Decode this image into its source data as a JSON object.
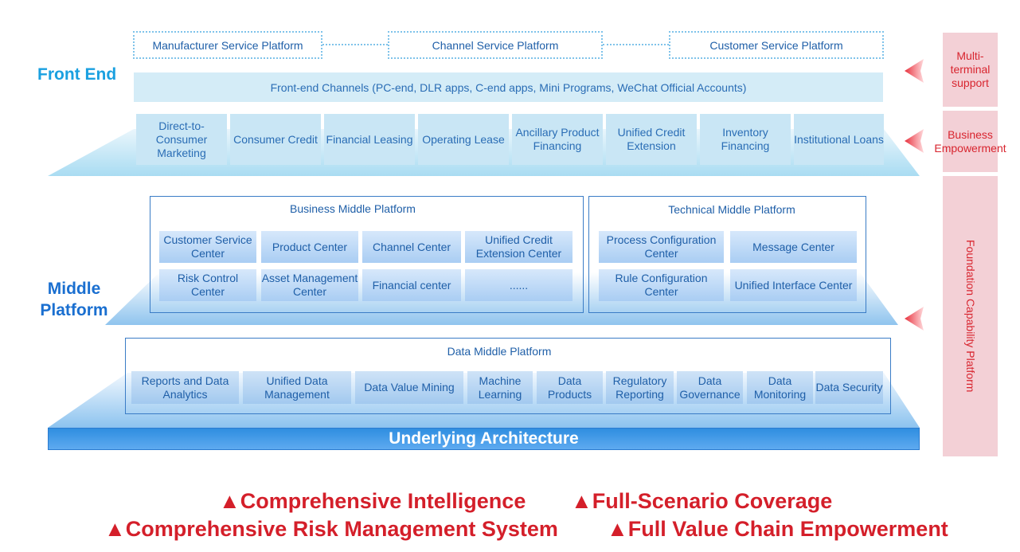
{
  "service_platforms": {
    "manufacturer": "Manufacturer Service Platform",
    "channel": "Channel Service Platform",
    "customer": "Customer Service Platform"
  },
  "front_end": {
    "label": "Front End",
    "channels": "Front-end Channels (PC-end, DLR apps, C-end apps, Mini Programs, WeChat Official Accounts)",
    "business_items": [
      "Direct-to-Consumer Marketing",
      "Consumer Credit",
      "Financial Leasing",
      "Operating Lease",
      "Ancillary Product Financing",
      "Unified Credit Extension",
      "Inventory Financing",
      "Institutional Loans"
    ]
  },
  "middle": {
    "label": "Middle Platform",
    "business": {
      "title": "Business Middle Platform",
      "cells": [
        "Customer Service Center",
        "Product Center",
        "Channel Center",
        "Unified Credit Extension Center",
        "Risk Control Center",
        "Asset Management Center",
        "Financial center",
        "......"
      ]
    },
    "technical": {
      "title": "Technical Middle Platform",
      "cells": [
        "Process Configuration Center",
        "Message Center",
        "Rule Configuration Center",
        "Unified Interface Center"
      ]
    }
  },
  "data_platform": {
    "title": "Data Middle Platform",
    "cells": [
      "Reports and Data Analytics",
      "Unified Data Management",
      "Data Value Mining",
      "Machine Learning",
      "Data Products",
      "Regulatory Reporting",
      "Data Governance",
      "Data Monitoring",
      "Data Security"
    ]
  },
  "underlying": "Underlying Architecture",
  "side": {
    "multi_terminal": "Multi-terminal support",
    "business_empowerment": "Business Empowerment",
    "foundation": "Foundation Capability Platform"
  },
  "slogans": [
    "▲Comprehensive Intelligence",
    "▲Full-Scenario Coverage",
    "▲Comprehensive Risk Management System",
    "▲Full Value Chain Empowerment"
  ],
  "colors": {
    "accent_blue": "#1aa0e0",
    "dark_blue": "#1f5fa8",
    "red": "#d41f2a",
    "pink_panel": "#f3d0d6"
  }
}
